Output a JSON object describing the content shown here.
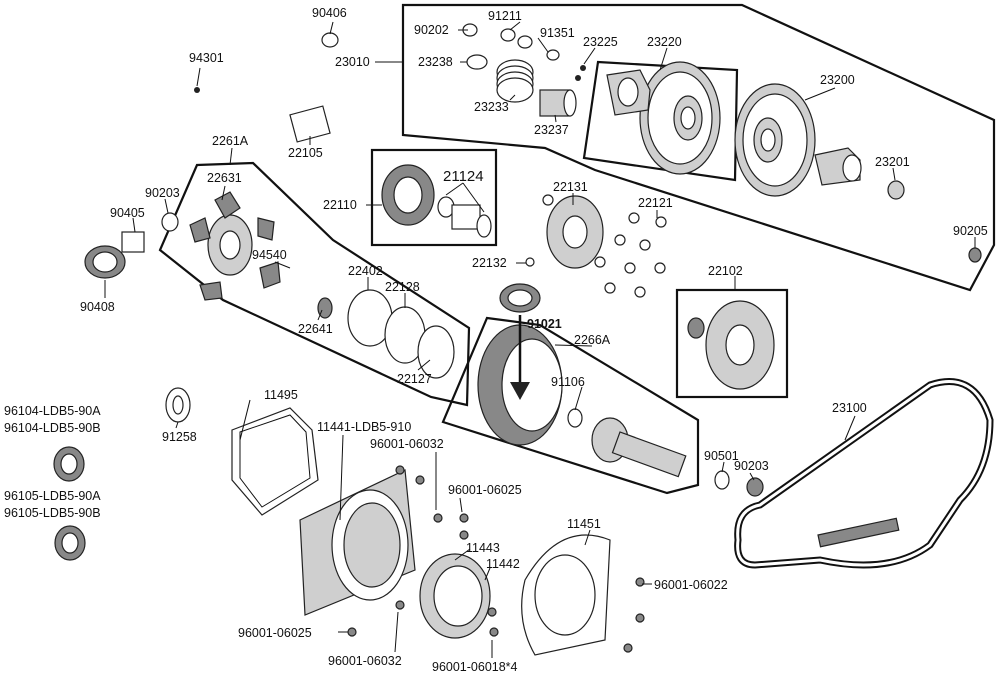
{
  "parts": {
    "p90406": "90406",
    "p94301": "94301",
    "p90202": "90202",
    "p91211": "91211",
    "p91351": "91351",
    "p23225": "23225",
    "p23220": "23220",
    "p23010": "23010",
    "p23238": "23238",
    "p23233": "23233",
    "p23237": "23237",
    "p23200": "23200",
    "p23201": "23201",
    "p22105": "22105",
    "p2261A": "2261A",
    "p22631": "22631",
    "p90203a": "90203",
    "p90405": "90405",
    "p90408": "90408",
    "p22110": "22110",
    "p21124": "21124",
    "p22131": "22131",
    "p22121": "22121",
    "p90205": "90205",
    "p94540": "94540",
    "p22402": "22402",
    "p22128": "22128",
    "p22641": "22641",
    "p22127": "22127",
    "p22132": "22132",
    "p91021": "91021",
    "p2266A": "2266A",
    "p22102": "22102",
    "p91106": "91106",
    "p11495": "11495",
    "p91258": "91258",
    "p96104A": "96104-LDB5-90A",
    "p96104B": "96104-LDB5-90B",
    "p96105A": "96105-LDB5-90A",
    "p96105B": "96105-LDB5-90B",
    "p11441": "11441-LDB5-910",
    "p96001_06032a": "96001-06032",
    "p96001_06025a": "96001-06025",
    "p11443": "11443",
    "p11442": "11442",
    "p11451": "11451",
    "p96001_06022": "96001-06022",
    "p96001_06025b": "96001-06025",
    "p96001_06032b": "96001-06032",
    "p96001_06018": "96001-06018*4",
    "p23100": "23100",
    "p90501": "90501",
    "p90203b": "90203"
  }
}
